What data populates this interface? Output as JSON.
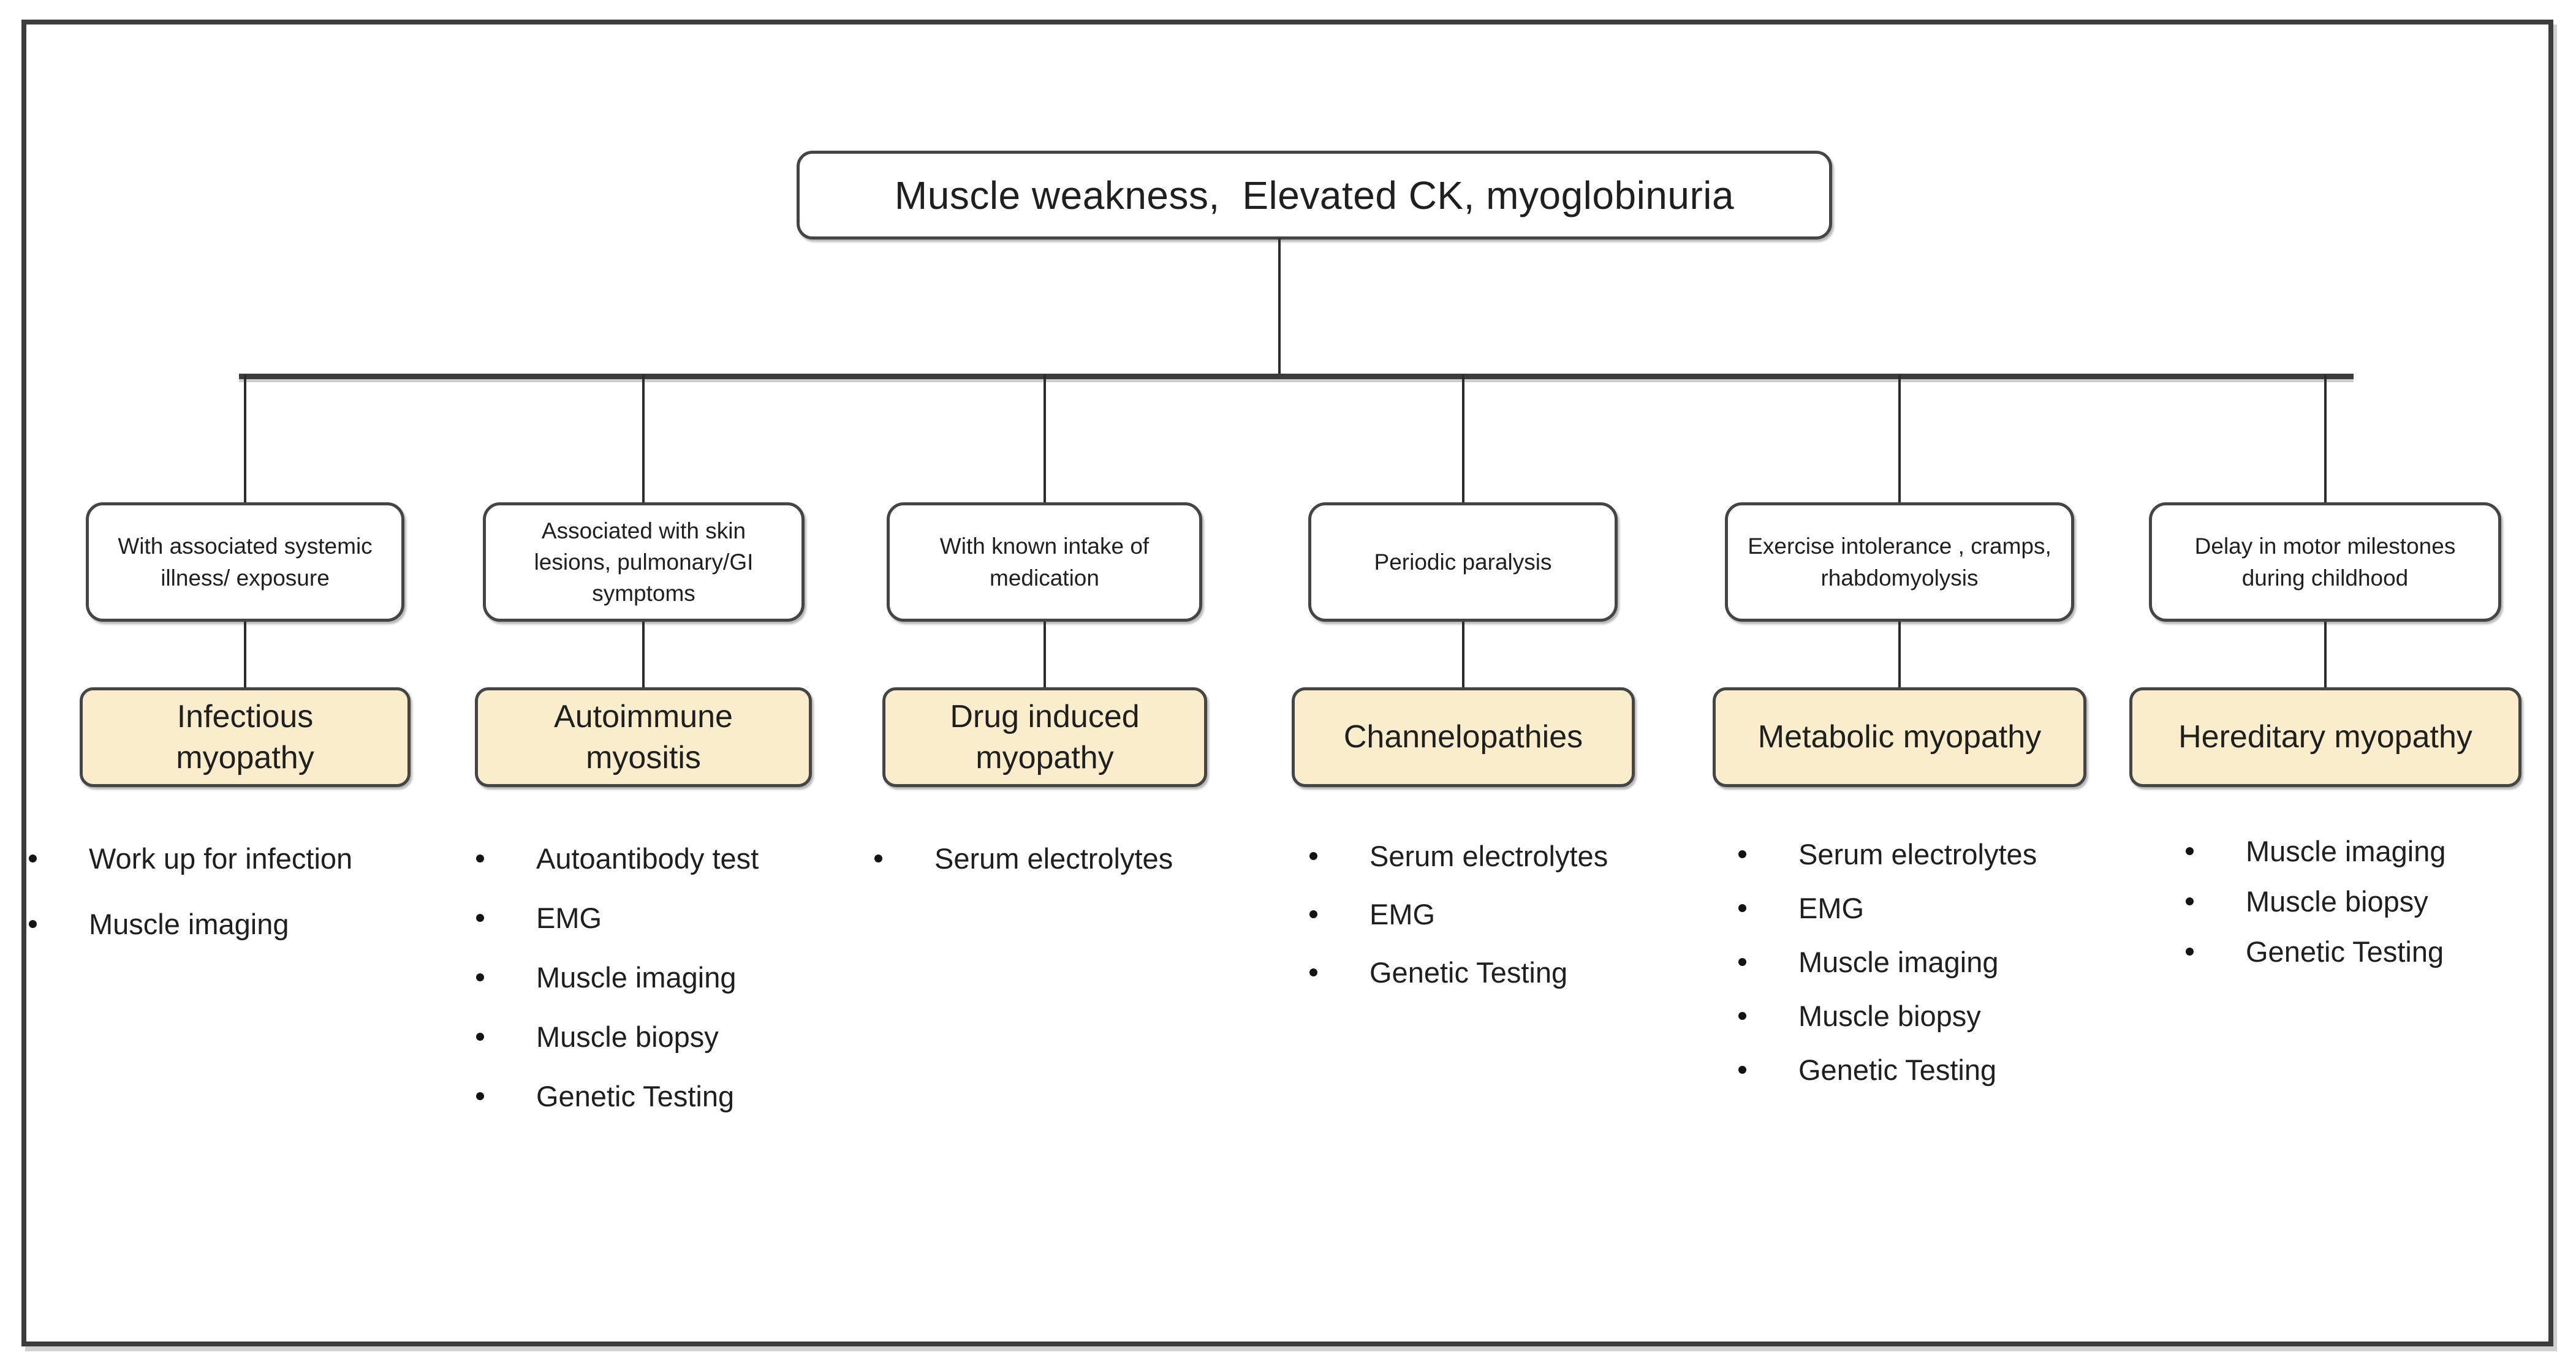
{
  "diagram": {
    "title": "Muscle weakness,  Elevated CK, myoglobinuria",
    "columns": [
      {
        "condition": "With associated systemic illness/ exposure",
        "diagnosis": "Infectious myopathy",
        "tests": [
          "Work up for infection",
          "Muscle imaging"
        ]
      },
      {
        "condition": "Associated with skin lesions, pulmonary/GI symptoms",
        "diagnosis": "Autoimmune myositis",
        "tests": [
          "Autoantibody test",
          "EMG",
          "Muscle imaging",
          "Muscle biopsy",
          "Genetic Testing"
        ]
      },
      {
        "condition": "With known intake of medication",
        "diagnosis": "Drug induced myopathy",
        "tests": [
          "Serum electrolytes"
        ]
      },
      {
        "condition": "Periodic paralysis",
        "diagnosis": "Channelopathies",
        "tests": [
          "Serum electrolytes",
          "EMG",
          "Genetic Testing"
        ]
      },
      {
        "condition": "Exercise intolerance , cramps, rhabdomyolysis",
        "diagnosis": "Metabolic myopathy",
        "tests": [
          "Serum electrolytes",
          "EMG",
          "Muscle imaging",
          "Muscle biopsy",
          "Genetic Testing"
        ]
      },
      {
        "condition": "Delay in motor milestones during childhood",
        "diagnosis": "Hereditary myopathy",
        "tests": [
          "Muscle imaging",
          "Muscle biopsy",
          "Genetic Testing"
        ]
      }
    ]
  },
  "theme": {
    "background": "#FFFFFF",
    "frame_border": "#3C3C3C",
    "node_border": "#454545",
    "connector": "#2B2B2B",
    "diagnosis_fill": "#FAEDCB",
    "text": "#1F1F1F"
  }
}
